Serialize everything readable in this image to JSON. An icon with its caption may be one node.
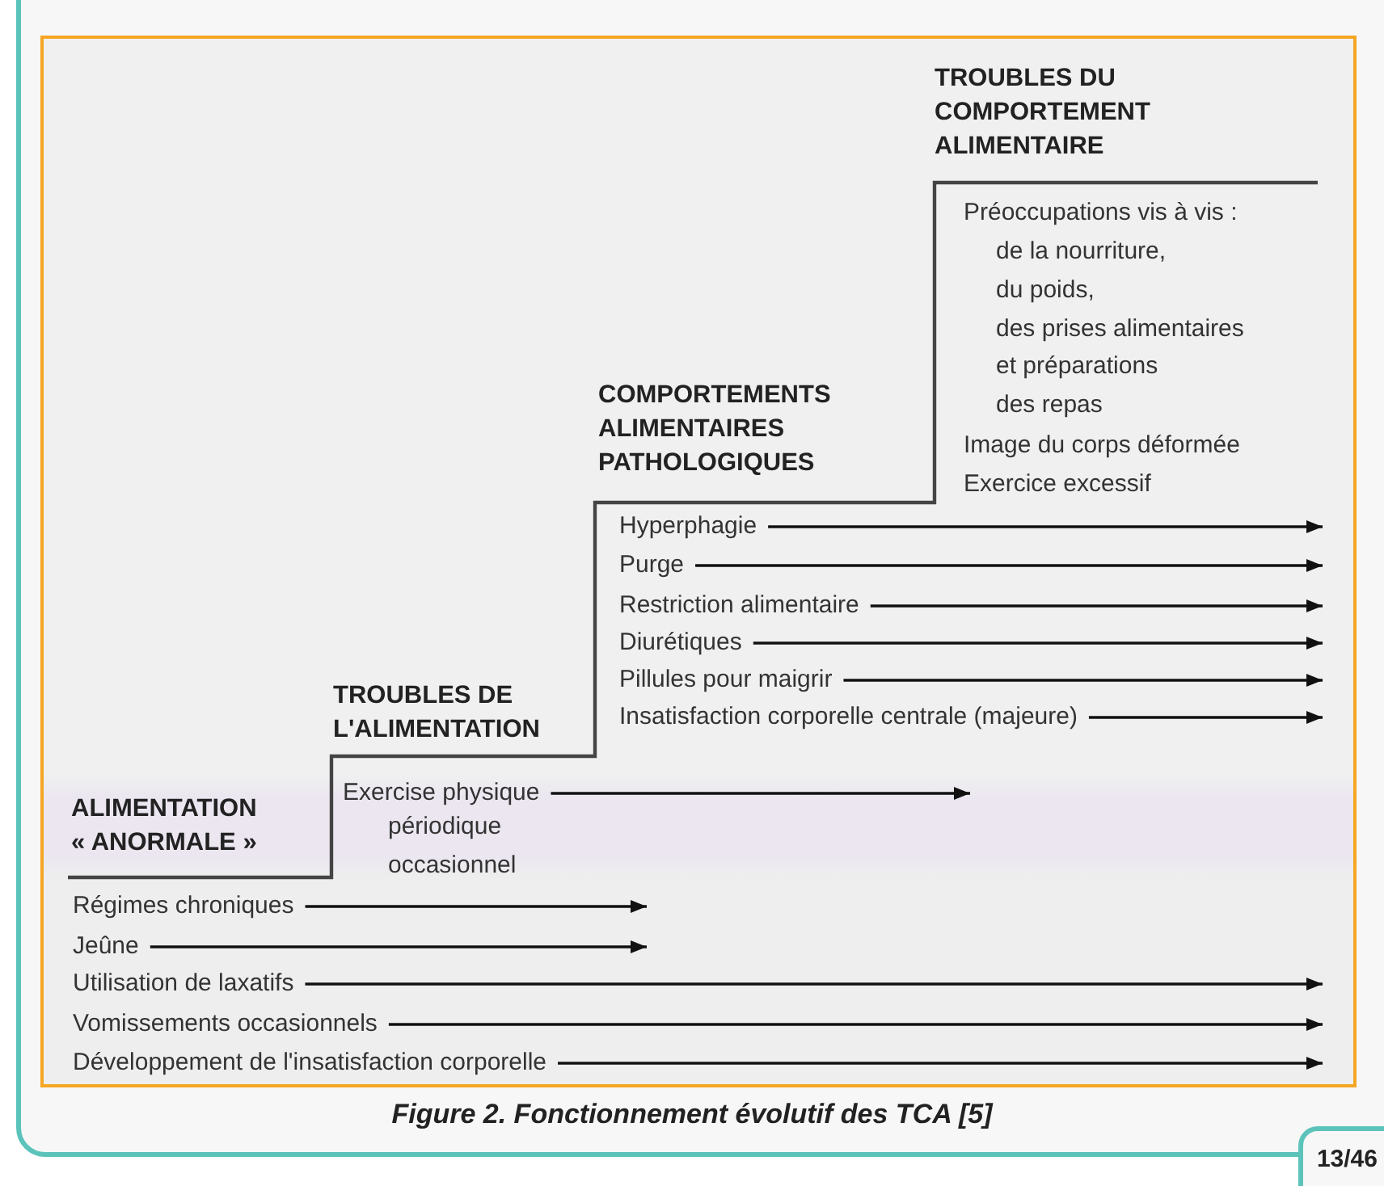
{
  "diagram": {
    "caption": "Figure 2. Fonctionnement évolutif des TCA [5]",
    "nodes": [
      {
        "text": [
          "Hyperphagie"
        ]
      },
      {
        "text": [
          "Purge"
        ]
      },
      {
        "text": [
          "Restriction alimentaire"
        ]
      },
      {
        "text": [
          "Diurétiques"
        ]
      },
      {
        "text": [
          "Pillules pour maigrir"
        ]
      },
      {
        "text": [
          "Insatisfaction corporelle centrale (majeure)"
        ]
      },
      {
        "text": [
          "Exercise physique"
        ]
      },
      {
        "text": [
          "Régimes chroniques"
        ]
      },
      {
        "text": [
          "Jeûne"
        ]
      },
      {
        "text": [
          "Utilisation de laxatifs"
        ]
      },
      {
        "text": [
          "Vomissements occasionnels"
        ]
      },
      {
        "text": [
          "Développement de l'insatisfaction corporelle"
        ]
      }
    ],
    "edges": [
      {
        "from": 0,
        "to": null,
        "arrow": "to"
      },
      {
        "from": 1,
        "to": null,
        "arrow": "to"
      },
      {
        "from": 2,
        "to": null,
        "arrow": "to"
      },
      {
        "from": 3,
        "to": null,
        "arrow": "to"
      },
      {
        "from": 4,
        "to": null,
        "arrow": "to"
      },
      {
        "from": 5,
        "to": null,
        "arrow": "to"
      },
      {
        "from": 6,
        "to": null,
        "arrow": "to"
      },
      {
        "from": 7,
        "to": null,
        "arrow": "to"
      },
      {
        "from": 8,
        "to": null,
        "arrow": "to"
      },
      {
        "from": 9,
        "to": null,
        "arrow": "to"
      },
      {
        "from": 10,
        "to": null,
        "arrow": "to"
      },
      {
        "from": 11,
        "to": null,
        "arrow": "to"
      }
    ],
    "labels": [
      "TROUBLES DU COMPORTEMENT ALIMENTAIRE",
      "Préoccupations vis à vis :",
      "de la nourriture,",
      "du poids,",
      "des prises alimentaires",
      "et préparations",
      "des repas",
      "COMPORTEMENTS ALIMENTAIRES PATHOLOGIQUES",
      "Image du corps déformée",
      "Exercice excessif",
      "TROUBLES DE L'ALIMENTATION",
      "ALIMENTATION « ANORMALE »",
      "périodique",
      "occasionnel",
      "13/46"
    ]
  }
}
